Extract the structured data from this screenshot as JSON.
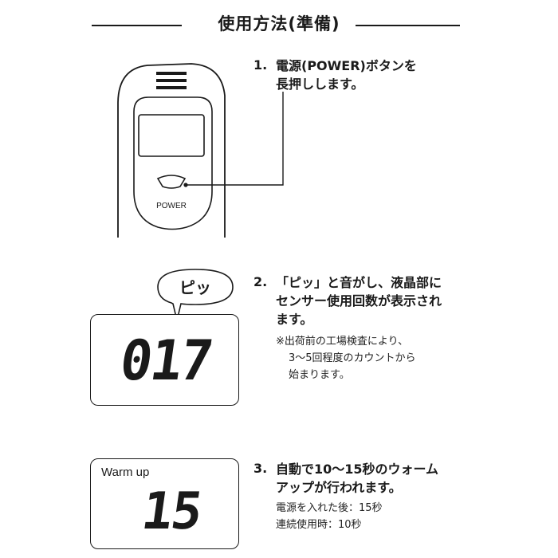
{
  "header": {
    "title": "使用方法(準備)"
  },
  "step1": {
    "number": "1.",
    "line1": "電源(POWER)ボタンを",
    "highlight": "長押し",
    "line2_rest": "します。",
    "device_button_label": "POWER"
  },
  "step2": {
    "number": "2.",
    "lines": [
      "「ピッ」と音がし、液晶部に",
      "センサー使用回数が表示され",
      "ます。"
    ],
    "note_lines": [
      "※出荷前の工場検査により、",
      "3〜5回程度のカウントから",
      "始まります。"
    ],
    "bubble_text": "ピッ",
    "display_value": "017"
  },
  "step3": {
    "number": "3.",
    "lines": [
      "自動で10〜15秒のウォーム",
      "アップが行われます。"
    ],
    "note_lines": [
      "電源を入れた後：15秒",
      "連続使用時：10秒"
    ],
    "panel_label": "Warm up",
    "display_value": "15"
  }
}
